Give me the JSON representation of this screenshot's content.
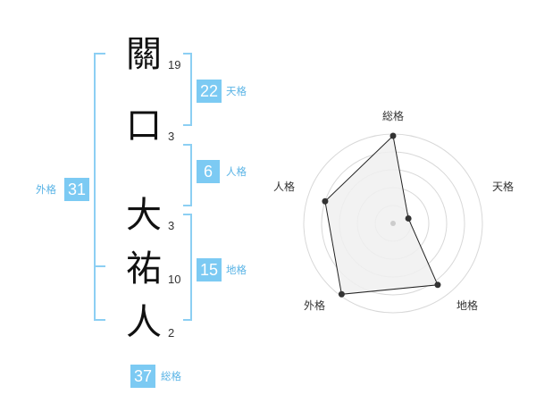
{
  "name": {
    "chars": [
      {
        "char": "關",
        "strokes": "19"
      },
      {
        "char": "口",
        "strokes": "3"
      },
      {
        "char": "大",
        "strokes": "3"
      },
      {
        "char": "祐",
        "strokes": "10"
      },
      {
        "char": "人",
        "strokes": "2"
      }
    ]
  },
  "fortunes": {
    "tenkaku": {
      "value": "22",
      "label": "天格"
    },
    "jinkaku": {
      "value": "6",
      "label": "人格"
    },
    "chikaku": {
      "value": "15",
      "label": "地格"
    },
    "gaikaku": {
      "value": "31",
      "label": "外格"
    },
    "soukaku": {
      "value": "37",
      "label": "総格"
    }
  },
  "radar": {
    "axes": [
      {
        "label": "総格",
        "level": 0.98
      },
      {
        "label": "天格",
        "level": 0.18
      },
      {
        "label": "地格",
        "level": 0.85
      },
      {
        "label": "外格",
        "level": 0.98
      },
      {
        "label": "人格",
        "level": 0.8
      }
    ],
    "rings": 5,
    "colors": {
      "fill": "#f0f0f0",
      "line": "#222222",
      "ring": "#d8d8d8",
      "point": "#333333",
      "center": "#cccccc"
    }
  },
  "colors": {
    "accent": "#7ccaf3",
    "bracket": "#8ccff3",
    "label": "#5ab4e6"
  }
}
